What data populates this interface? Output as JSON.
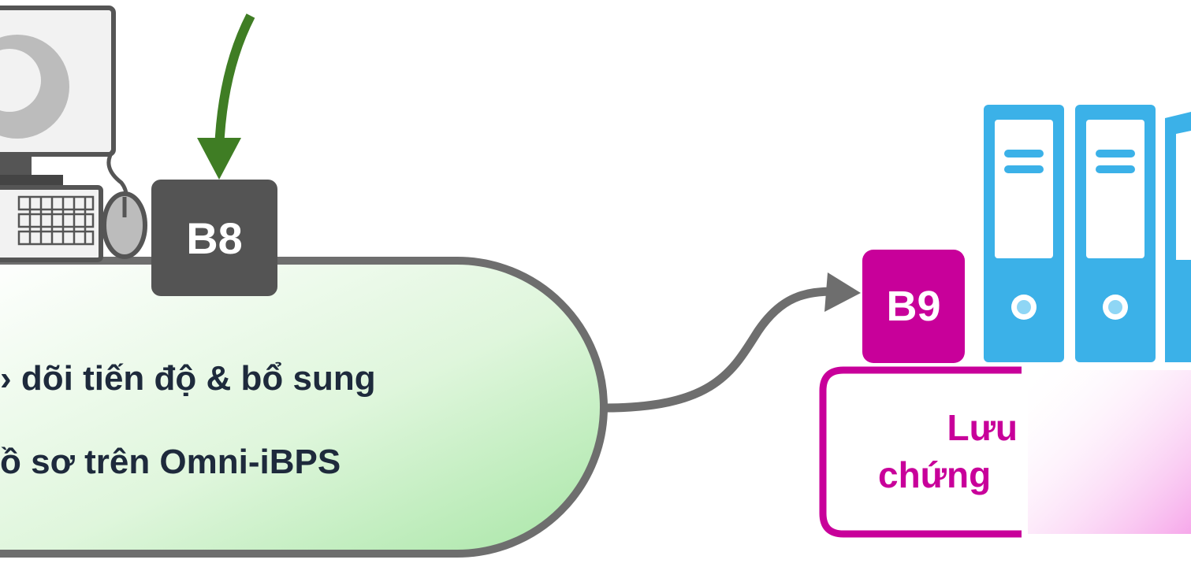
{
  "steps": {
    "b8": {
      "badge": "B8",
      "text_line_1": "› dõi tiến độ & bổ sung",
      "text_line_2": "ồ sơ trên Omni-iBPS"
    },
    "b9": {
      "badge": "B9",
      "text_line_1": "Lưu",
      "text_line_2": "chứng"
    }
  },
  "colors": {
    "b8_badge": "#545454",
    "b9_accent": "#c8009a",
    "green_arrow": "#3f7d24",
    "connector": "#6e6e6e",
    "binder_blue": "#3bb1e8",
    "b8_fill_end": "#a8e6a6"
  },
  "icons": {
    "computer": "desktop-computer-icon",
    "binders": "binder-folders-icon"
  }
}
